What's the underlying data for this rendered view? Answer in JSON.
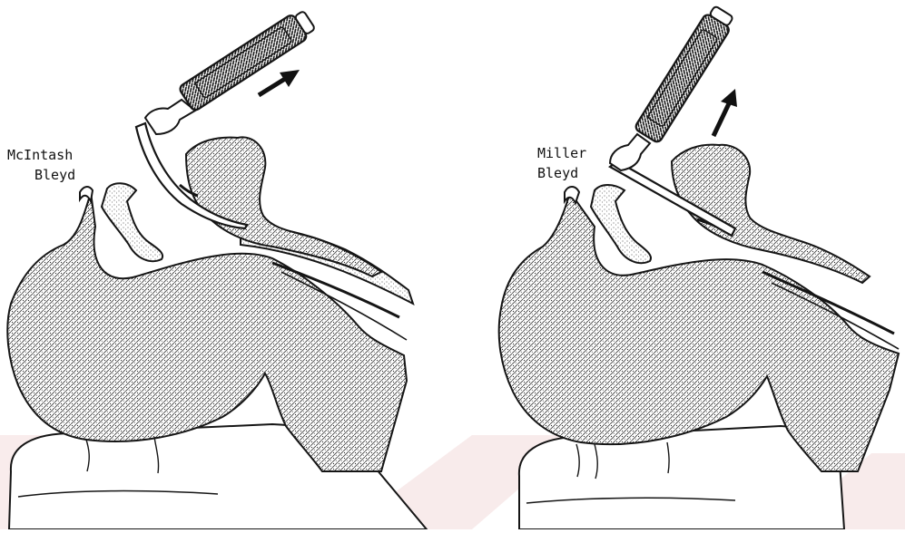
{
  "panels": [
    {
      "id": "left",
      "blade_name_line1": "McIntash",
      "blade_name_line2": "Bleyd"
    },
    {
      "id": "right",
      "blade_name_line1": "Miller",
      "blade_name_line2": "Bleyd"
    }
  ],
  "colors": {
    "ink": "#151515",
    "stipple": "#3a3a3a",
    "watermark": "#f2dede"
  }
}
